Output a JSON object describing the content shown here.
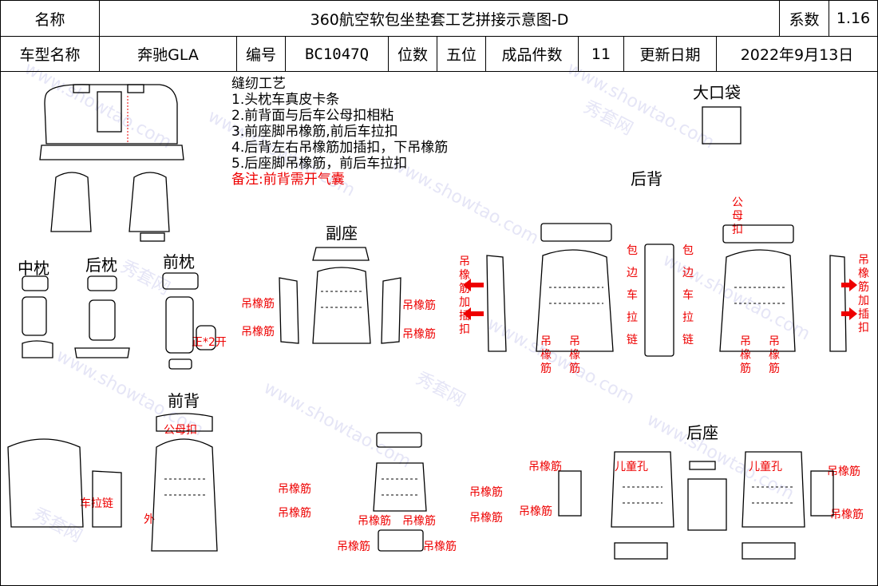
{
  "header": {
    "name_label": "名称",
    "name_value": "360航空软包坐垫套工艺拼接示意图-D",
    "coef_label": "系数",
    "coef_value": "1.16",
    "car_label": "车型名称",
    "car_value": "奔驰GLA",
    "code_label": "编号",
    "code_value": "BC1047Q",
    "seats_label": "位数",
    "seats_value": "五位",
    "pieces_label": "成品件数",
    "pieces_value": "11",
    "date_label": "更新日期",
    "date_value": "2022年9月13日"
  },
  "process": {
    "title": "缝纫工艺",
    "steps": [
      "1.头枕车真皮卡条",
      "2.前背面与后车公母扣相粘",
      "3.前座脚吊橡筋,前后车拉扣",
      "4.后背左右吊橡筋加插扣，下吊橡筋",
      "5.后座脚吊橡筋，前后车拉扣"
    ],
    "note": "备注:前背需开气囊"
  },
  "sections": {
    "big_pocket": "大口袋",
    "rear_back": "后背",
    "passenger": "副座",
    "middle_pillow": "中枕",
    "rear_pillow": "后枕",
    "front_pillow": "前枕",
    "front_back": "前背",
    "rear_seat": "后座"
  },
  "labels": {
    "elastic": "吊橡筋",
    "buckle_label": "公母扣",
    "zipper_side": "车拉链",
    "outer": "外",
    "front_open": "正*2开",
    "child_hole": "儿童孔",
    "bag_zip": "包边车拉链",
    "elastic_plug": "吊橡筋加插扣",
    "male_female": "公母扣"
  },
  "watermark": {
    "cn": "秀套网",
    "url": "www.showtao.com"
  },
  "colors": {
    "annotation": "#e00000",
    "line": "#000000"
  }
}
